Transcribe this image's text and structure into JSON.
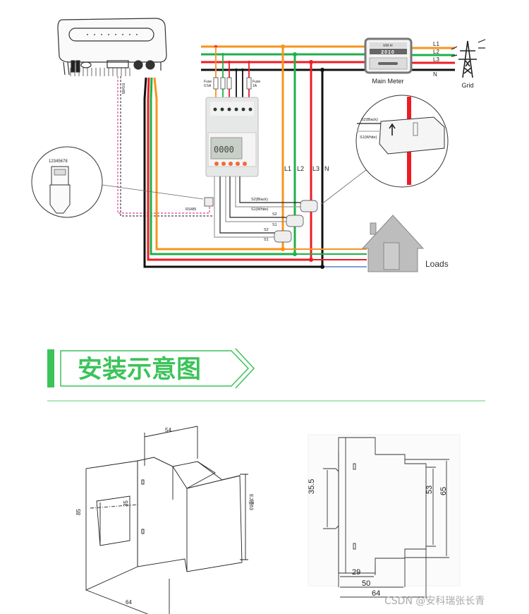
{
  "wiring": {
    "labels": {
      "fuse1": "Fuse",
      "fuse1_rating": "0.5A",
      "fuse2": "Fuse",
      "fuse2_rating": "1A",
      "main_meter": "Main Meter",
      "meter_unit": "kW.H",
      "meter_reading": "2010",
      "grid": "Grid",
      "loads": "Loads",
      "rs485_vertical": "RS485",
      "rs485": "RS485",
      "rj45_pins": "12345678",
      "l1": "L1",
      "l2": "L2",
      "l3": "L3",
      "n": "N",
      "grid_l1": "L1",
      "grid_l2": "L2",
      "grid_l3": "L3",
      "grid_n": "N",
      "ct_s2_black": "S2(Black)",
      "ct_s1_white": "S1(White)",
      "ct2_s2": "S2",
      "ct2_s1": "S1",
      "ct3_s2": "S2",
      "ct3_s1": "S1",
      "zoom_s2_black": "S2(Black)",
      "zoom_s1_white": "S1(White)",
      "meter_lcd": "0000"
    },
    "colors": {
      "L1": "#f7941d",
      "L2": "#1fb04a",
      "L3": "#ee1c25",
      "N": "#111111",
      "N_load": "#7f9fd6",
      "rs485": "#e0409a"
    }
  },
  "section": {
    "title": "安装示意图",
    "accent": "#3cc35a"
  },
  "dimensions": {
    "iso": {
      "width_top": "54",
      "height": "85",
      "rail": "35",
      "depth": "64",
      "slot": "EJ槽63"
    },
    "side": {
      "rail": "35.5",
      "inner": "53",
      "outer": "65",
      "d29": "29",
      "d50": "50",
      "d64": "64"
    }
  },
  "watermark": "CSDN @安科瑞张长青"
}
